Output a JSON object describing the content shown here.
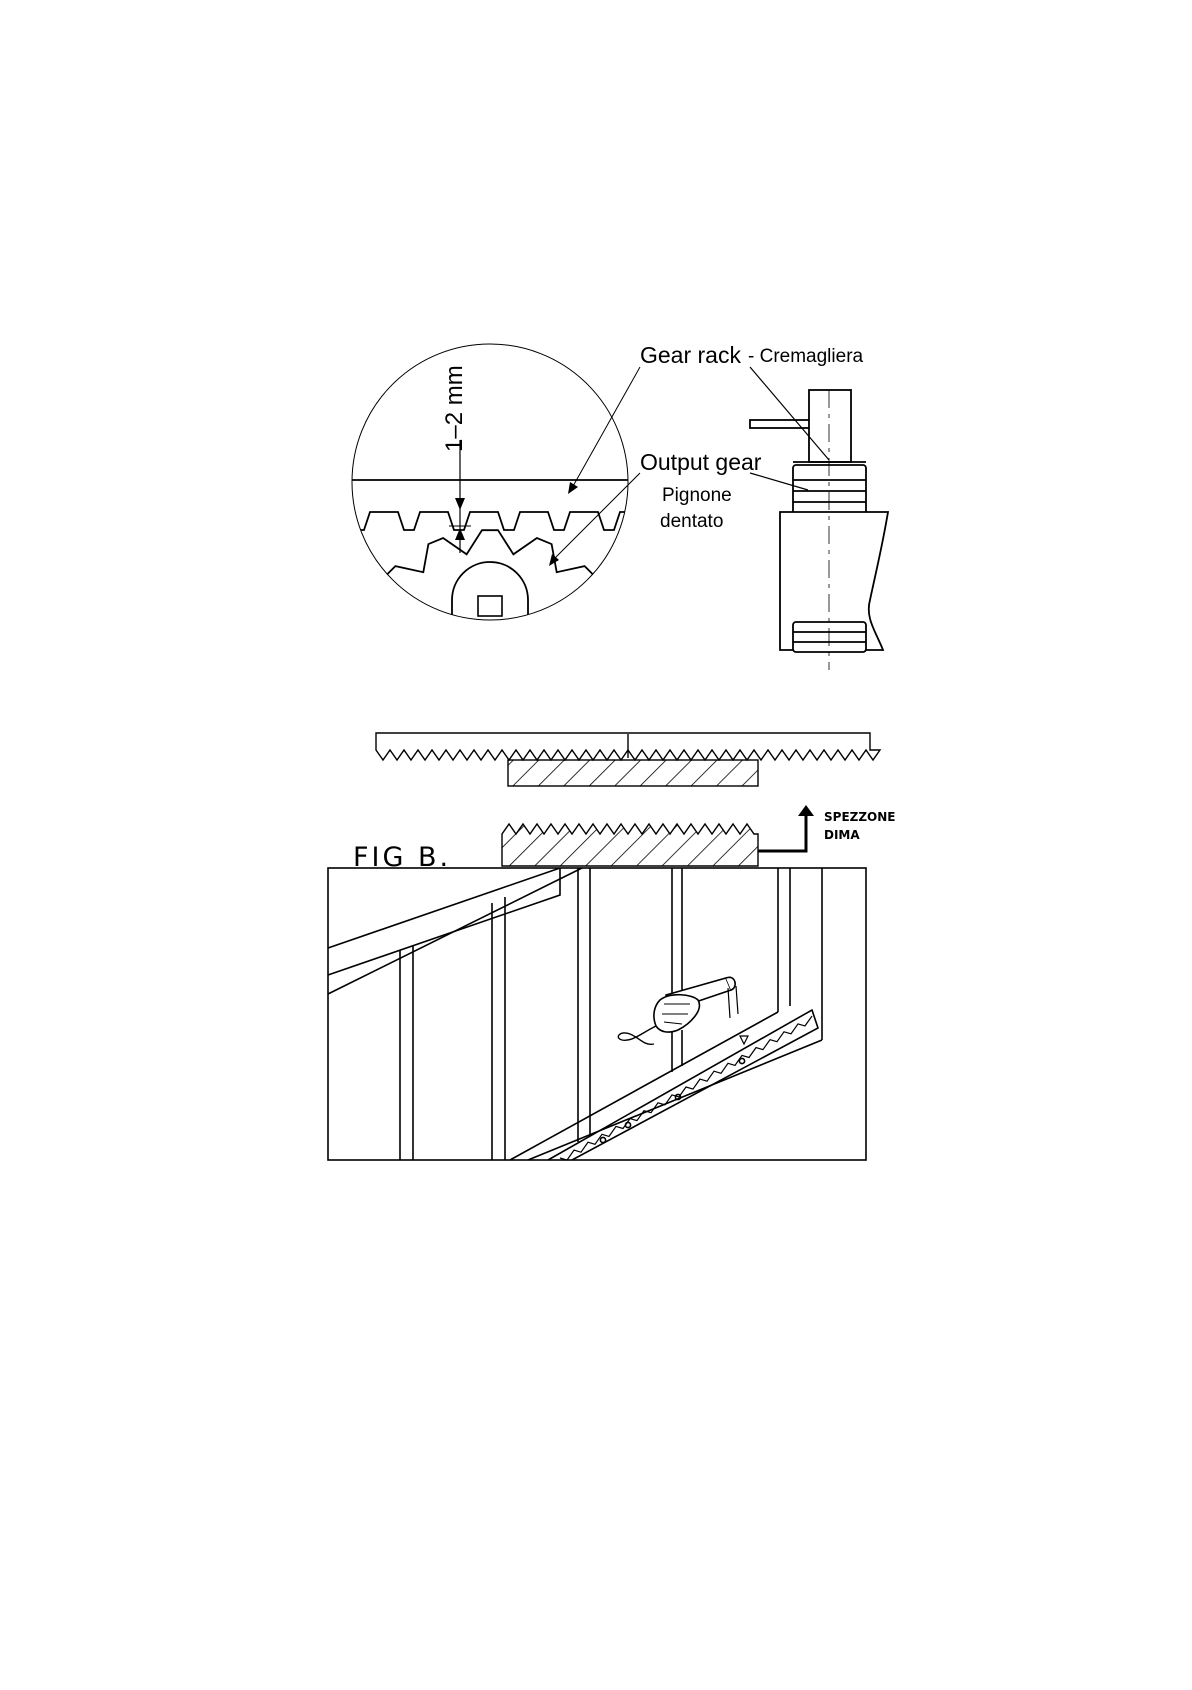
{
  "labels": {
    "gear_rack": "Gear rack",
    "gear_rack_it": "- Cremagliera",
    "output_gear": "Output gear",
    "output_gear_it_1": "Pignone",
    "output_gear_it_2": "dentato",
    "gap": "1–2 mm",
    "fig_b": "FIG  B.",
    "spezzone": "SPEZZONE",
    "dima": "DIMA"
  }
}
